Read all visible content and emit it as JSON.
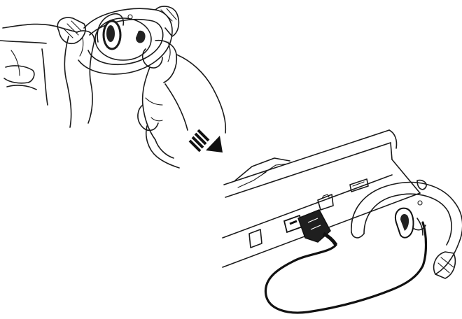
{
  "illustration": {
    "panels": [
      {
        "id": "detach-device",
        "subject": "hands-removing-device-from-headband"
      },
      {
        "id": "connect-usb",
        "subject": "device-connected-to-laptop-via-usb"
      }
    ],
    "flow_icon": "arrow-down-right-icon",
    "colors": {
      "ink": "#1a1a1a",
      "fill": "#ffffff",
      "dark_fill": "#222222"
    }
  }
}
